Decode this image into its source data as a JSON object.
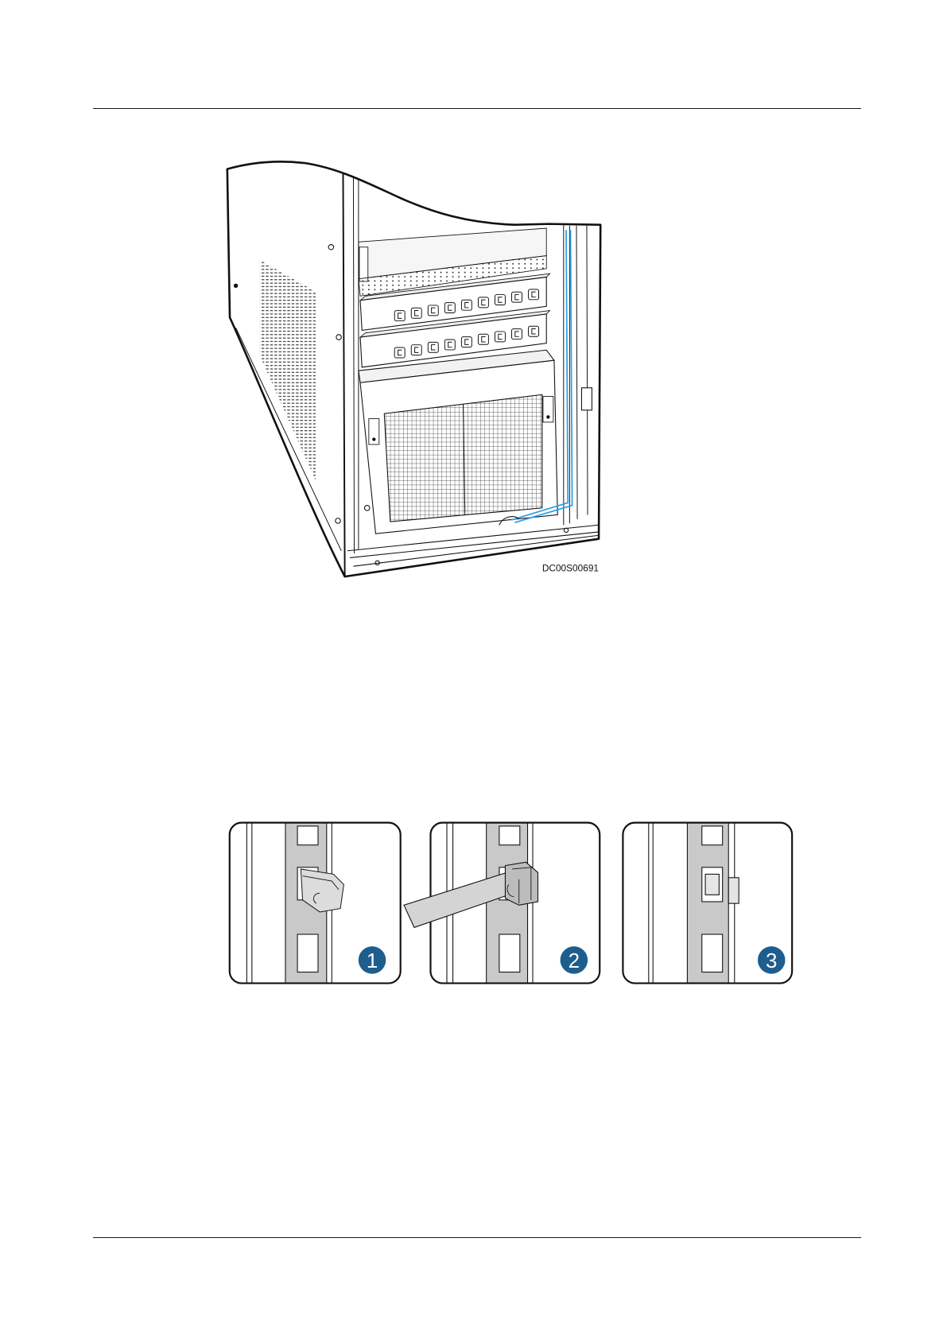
{
  "figure": {
    "code": "DC00S00691"
  },
  "steps": [
    {
      "number": "1"
    },
    {
      "number": "2"
    },
    {
      "number": "3"
    }
  ],
  "colors": {
    "step_badge": "#1d5e8e",
    "cable": "#2b9fe0",
    "rail": "#c9c9c9"
  }
}
